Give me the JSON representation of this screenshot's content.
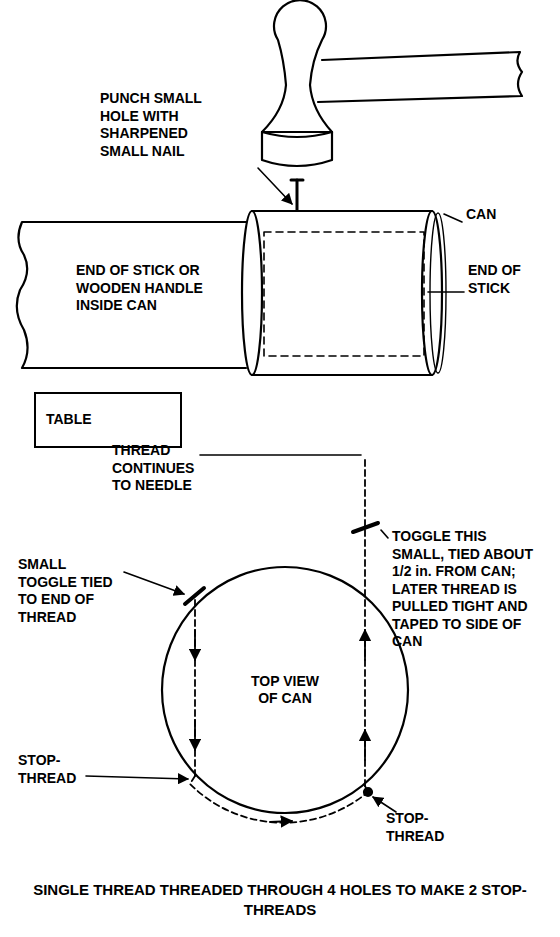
{
  "diagram": {
    "caption": "SINGLE THREAD THREADED THROUGH 4 HOLES TO MAKE 2 STOP-THREADS",
    "nodes": [
      {
        "text": [
          "END OF STICK OR WOODEN HANDLE INSIDE CAN"
        ]
      },
      {
        "text": [
          "TABLE"
        ]
      },
      {
        "text": [
          "TOP VIEW OF CAN"
        ]
      }
    ],
    "labels": [
      "PUNCH SMALL HOLE WITH SHARPENED SMALL NAIL",
      "CAN",
      "END OF STICK",
      "THREAD CONTINUES TO NEEDLE",
      "SMALL TOGGLE TIED TO END OF THREAD",
      "TOGGLE THIS SMALL, TIED ABOUT 1/2 in. FROM CAN; LATER THREAD IS PULLED TIGHT AND TAPED TO SIDE OF CAN",
      "STOP-THREAD",
      "STOP-THREAD"
    ]
  }
}
